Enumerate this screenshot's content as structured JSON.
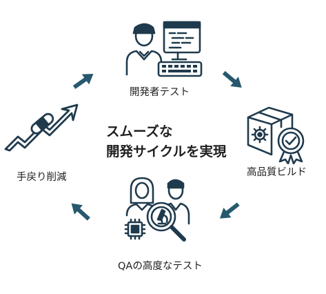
{
  "center_text": {
    "line1": "スムーズな",
    "line2": "開発サイクルを実現"
  },
  "steps": {
    "dev_test": {
      "label": "開発者テスト",
      "icon": "developer-at-computer-icon"
    },
    "quality_build": {
      "label": "高品質ビルド",
      "icon": "package-quality-badge-icon"
    },
    "qa_test": {
      "label": "QAの高度なテスト",
      "icon": "qa-team-magnifier-icon"
    },
    "rework": {
      "label": "手戻り削減",
      "icon": "bandaged-trend-arrow-icon"
    }
  },
  "colors": {
    "icon_stroke": "#1f3a4d",
    "arrow": "#27586e",
    "text": "#1e1e1e"
  }
}
